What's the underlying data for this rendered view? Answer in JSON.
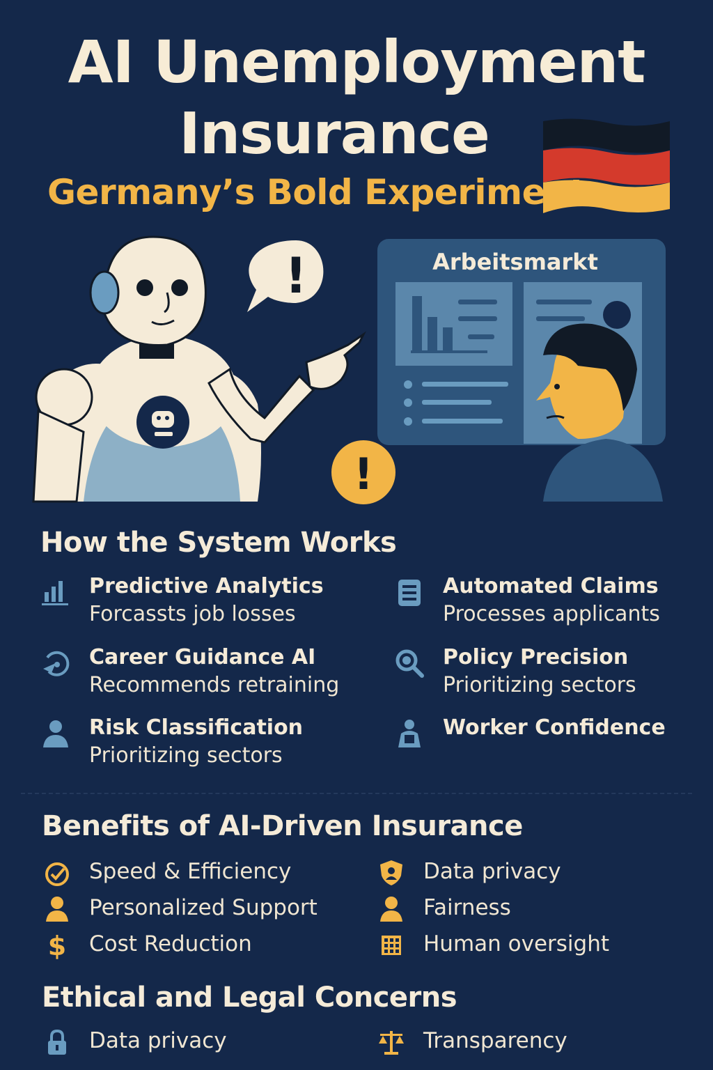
{
  "header": {
    "title_line1": "AI Unemployment",
    "title_line2": "Insurance",
    "subtitle": "Germany’s Bold Experiment"
  },
  "illustration": {
    "screen_title": "Arbeitsmarkt",
    "alert_symbol": "!"
  },
  "how_it_works": {
    "heading": "How the System Works",
    "items": [
      {
        "icon": "bar-chart-icon",
        "title": "Predictive Analytics",
        "subtitle": "Forcassts job losses"
      },
      {
        "icon": "document-list-icon",
        "title": "Automated Claims",
        "subtitle": "Processes applicants"
      },
      {
        "icon": "career-arrow-icon",
        "title": "Career Guidance AI",
        "subtitle": "Recommends retraining"
      },
      {
        "icon": "magnifier-icon",
        "title": "Policy Precision",
        "subtitle": "Prioritizing sectors"
      },
      {
        "icon": "person-icon",
        "title": "Risk Classification",
        "subtitle": "Prioritizing sectors"
      },
      {
        "icon": "worker-icon",
        "title": "Worker Confidence",
        "subtitle": ""
      }
    ]
  },
  "benefits": {
    "heading": "Benefits of AI-Driven Insurance",
    "items": [
      {
        "icon": "speed-gauge-icon",
        "label": "Speed & Efficiency"
      },
      {
        "icon": "shield-icon",
        "label": "Data privacy"
      },
      {
        "icon": "person-icon",
        "label": "Personalized Support"
      },
      {
        "icon": "person-icon",
        "label": "Fairness"
      },
      {
        "icon": "dollar-icon",
        "label": "Cost Reduction"
      },
      {
        "icon": "grid-icon",
        "label": "Human oversight"
      }
    ]
  },
  "concerns": {
    "heading": "Ethical and Legal Concerns",
    "items": [
      {
        "icon": "lock-icon",
        "label": "Data privacy"
      },
      {
        "icon": "scales-icon",
        "label": "Transparency"
      }
    ]
  },
  "colors": {
    "background": "#14284a",
    "title": "#f7ecd6",
    "accent_yellow": "#f2b547",
    "icon_blue": "#6a9cc0",
    "panel_blue": "#2e557c"
  }
}
